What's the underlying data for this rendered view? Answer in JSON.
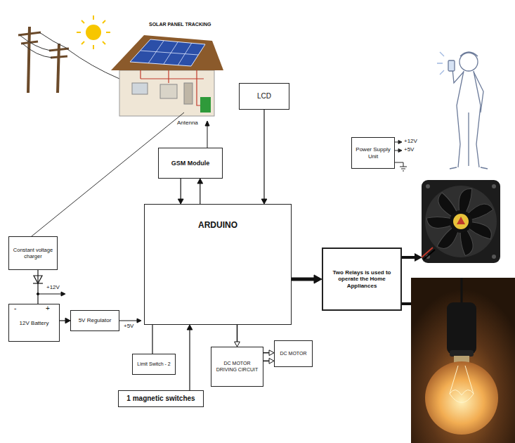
{
  "diagram": {
    "nodes": [
      {
        "text": [
          "LCD"
        ]
      },
      {
        "text": [
          "GSM Module"
        ]
      },
      {
        "text": [
          "ARDUINO"
        ]
      },
      {
        "text": [
          "Power Supply Unit"
        ]
      },
      {
        "text": [
          "Two Relays is used to operate the Home Appliances"
        ]
      },
      {
        "text": [
          "Constant voltage charger"
        ]
      },
      {
        "text": [
          "12V Battery"
        ]
      },
      {
        "text": [
          "5V Regulator"
        ]
      },
      {
        "text": [
          "Limit Switch - 2"
        ]
      },
      {
        "text": [
          "DC MOTOR DRIVING CIRCUIT"
        ]
      },
      {
        "text": [
          "DC MOTOR"
        ]
      },
      {
        "text": [
          "1 magnetic switches"
        ]
      }
    ],
    "edges": [
      {
        "from": 0,
        "to": 2,
        "arrow": "to"
      },
      {
        "from": 1,
        "to": 2,
        "arrow": "to"
      },
      {
        "from": 2,
        "to": 1,
        "arrow": "to"
      },
      {
        "from": 2,
        "to": 4,
        "arrow": "to"
      },
      {
        "from": 2,
        "to": 9,
        "arrow": "to"
      },
      {
        "from": 9,
        "to": 10,
        "arrow": "to"
      },
      {
        "from": 9,
        "to": 10,
        "arrow": "to"
      },
      {
        "from": 8,
        "to": 2,
        "arrow": "none"
      },
      {
        "from": 11,
        "to": 2,
        "arrow": "to"
      },
      {
        "from": 5,
        "to": 6,
        "arrow": "none"
      },
      {
        "from": 6,
        "to": 7,
        "arrow": "to"
      }
    ],
    "labels": [
      "SOLAR PANEL TRACKING",
      "Antenna",
      "+12V",
      "+5V",
      "-",
      "+",
      "+12V",
      "+5V"
    ]
  }
}
